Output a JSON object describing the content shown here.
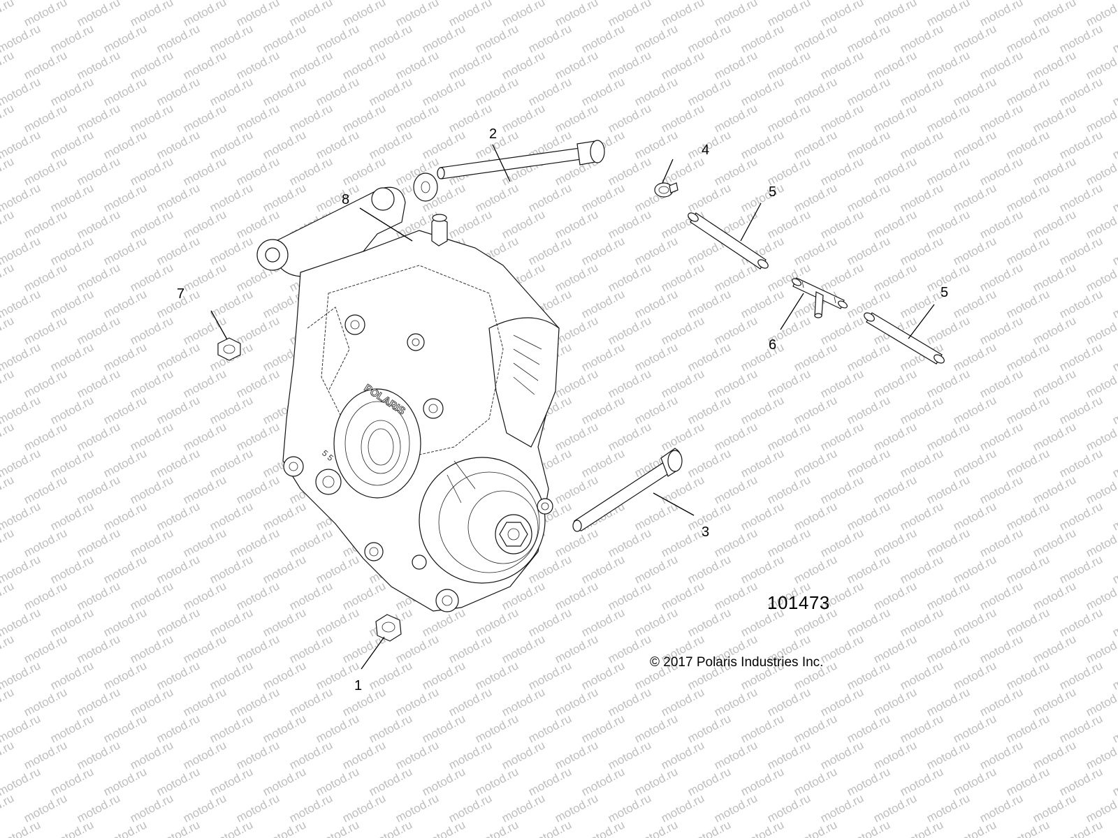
{
  "watermark": {
    "text": "motod.ru",
    "color": "#bdbdbd"
  },
  "figure_number": "101473",
  "copyright": "© 2017 Polaris Industries Inc.",
  "housing_logo": "POLARIS",
  "callouts": {
    "c1": "1",
    "c2": "2",
    "c3": "3",
    "c4": "4",
    "c5a": "5",
    "c5b": "5",
    "c6": "6",
    "c7": "7",
    "c8": "8"
  }
}
